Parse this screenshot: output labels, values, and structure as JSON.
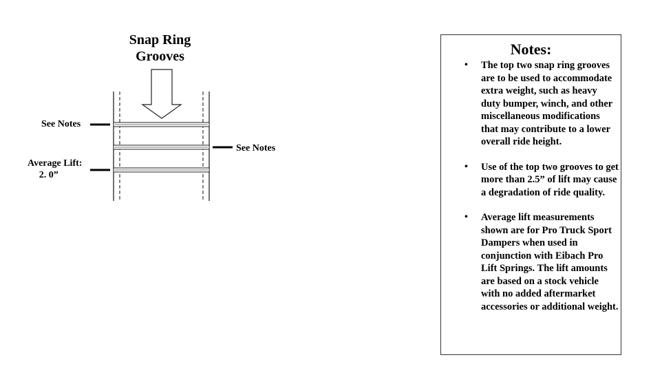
{
  "diagram": {
    "title_line1": "Snap Ring",
    "title_line2": "Grooves",
    "label_see_notes_left": "See Notes",
    "label_see_notes_right": "See Notes",
    "label_average_lift": "Average Lift:",
    "label_average_lift_value": "2. 0”"
  },
  "notes": {
    "title": "Notes:",
    "items": [
      {
        "text": "The top two snap ring grooves are to be used to accommodate extra weight, such as heavy duty bumper, winch, and other miscellaneous modifications that may contribute to a lower overall ride height."
      },
      {
        "text": "Use of the top two grooves to get more than 2.5” of lift may cause a degradation of ride quality."
      },
      {
        "text": "Average lift measurements shown are for Pro Truck Sport Dampers when used in conjunction with Eibach Pro Lift Springs.  The lift amounts are based on a stock vehicle with no added aftermarket accessories or additional weight."
      }
    ],
    "bullet": "•"
  }
}
